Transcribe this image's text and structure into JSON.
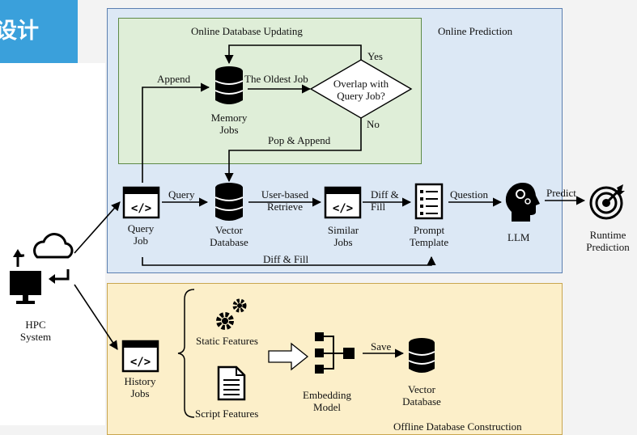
{
  "banner": {
    "text": "设计"
  },
  "sections": {
    "online_prediction": "Online Prediction",
    "online_db_updating": "Online Database Updating",
    "offline_construction": "Offline Database Construction"
  },
  "nodes": {
    "hpc_system": [
      "HPC",
      "System"
    ],
    "query_job": [
      "Query",
      "Job"
    ],
    "history_jobs": [
      "History",
      "Jobs"
    ],
    "memory_jobs": [
      "Memory",
      "Jobs"
    ],
    "vector_database": [
      "Vector",
      "Database"
    ],
    "similar_jobs": [
      "Similar",
      "Jobs"
    ],
    "prompt_template": [
      "Prompt",
      "Template"
    ],
    "llm": "LLM",
    "runtime_prediction": [
      "Runtime",
      "Prediction"
    ],
    "overlap_decision": [
      "Overlap with",
      "Query Job?"
    ],
    "static_features": "Static Features",
    "script_features": "Script Features",
    "embedding_model": [
      "Embedding",
      "Model"
    ],
    "offline_vector_database": [
      "Vector",
      "Database"
    ]
  },
  "edges": {
    "append": "Append",
    "the_oldest_job": "The Oldest Job",
    "yes": "Yes",
    "no": "No",
    "pop_append": "Pop & Append",
    "query": "Query",
    "user_based_retrieve": [
      "User-based",
      "Retrieve"
    ],
    "diff_fill_short": [
      "Diff &",
      "Fill"
    ],
    "question": "Question",
    "predict": "Predict",
    "diff_fill_long": "Diff & Fill",
    "save": "Save"
  },
  "colors": {
    "banner": "#3aa0db",
    "online_fill": "#dce8f5",
    "updating_fill": "#dfeed8",
    "offline_fill": "#fcefc9"
  }
}
